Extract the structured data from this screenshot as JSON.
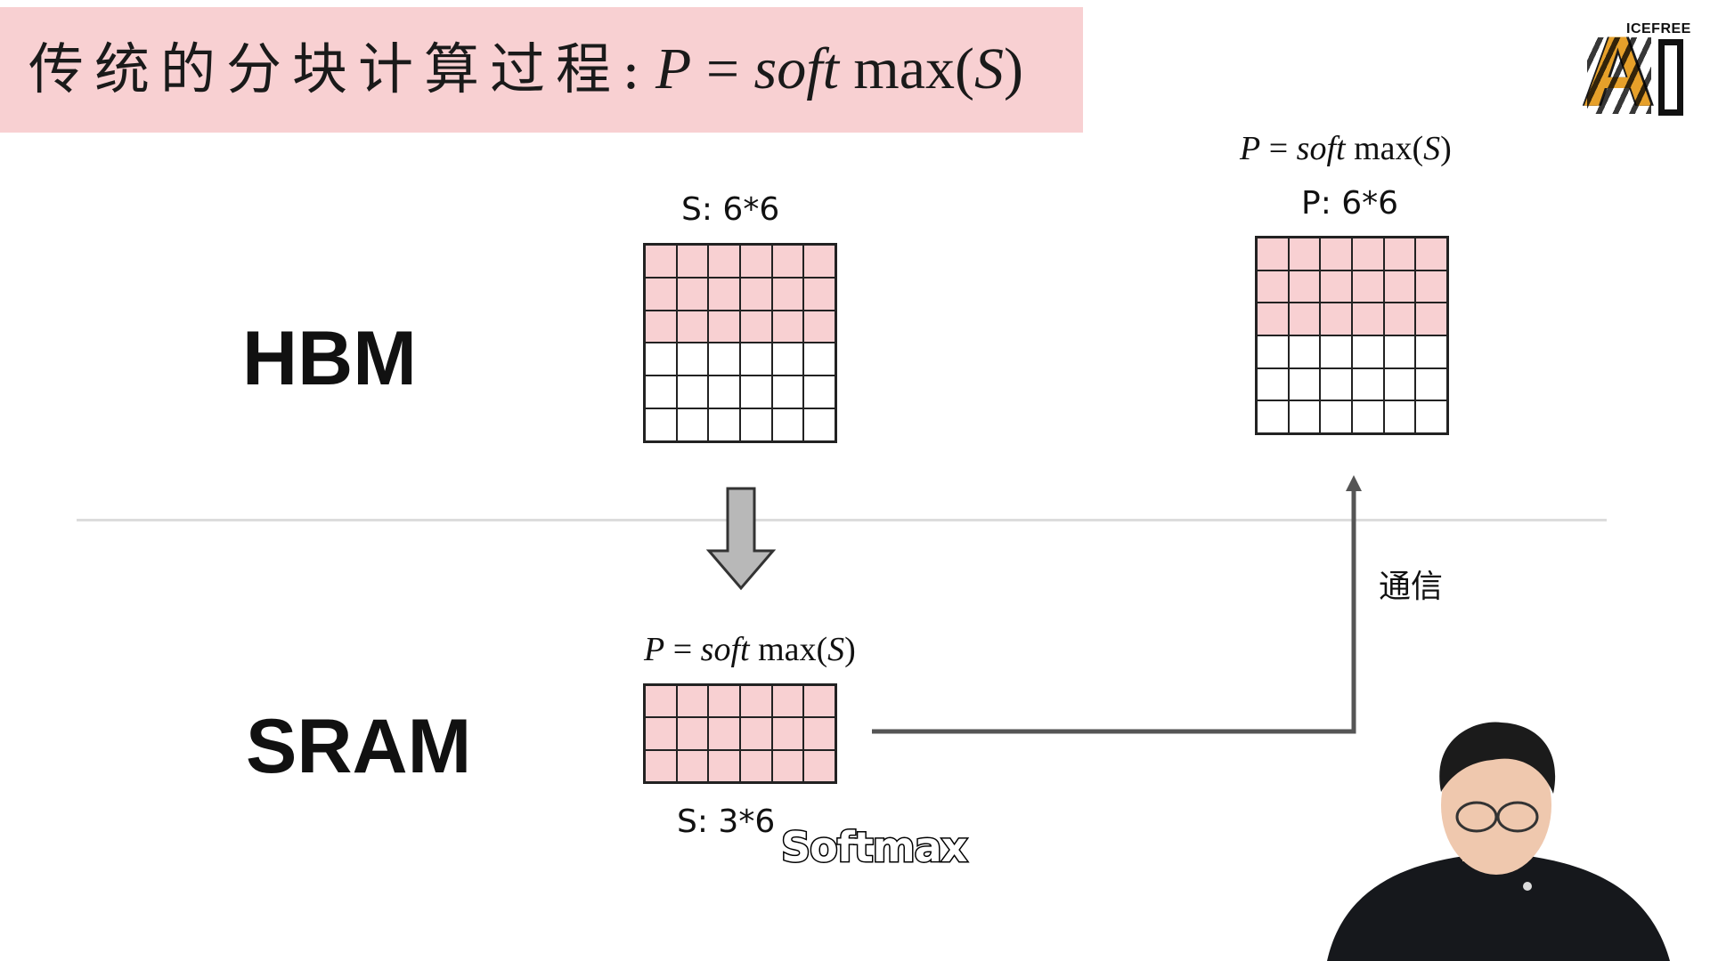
{
  "title": {
    "prefix": "传统的分块计算过程:",
    "formula": {
      "lhs": "P",
      "eq": " = ",
      "fn_italic": "soft",
      "fn_rest": " max",
      "lparen": "(",
      "arg": "S",
      "rparen": ")"
    }
  },
  "logo": {
    "text": "ICEFREE",
    "mark": "A"
  },
  "hbm": {
    "label": "HBM",
    "s_matrix": {
      "caption": "S: 6*6",
      "rows": 6,
      "cols": 6,
      "highlighted_rows": 3
    },
    "p_matrix": {
      "caption": "P: 6*6",
      "rows": 6,
      "cols": 6,
      "highlighted_rows": 3
    },
    "p_formula": {
      "lhs": "P",
      "eq": " = ",
      "fn_italic": "soft",
      "fn_rest": " max",
      "lparen": "(",
      "arg": "S",
      "rparen": ")"
    }
  },
  "sram": {
    "label": "SRAM",
    "block": {
      "caption": "S: 3*6",
      "rows": 3,
      "cols": 6,
      "highlighted_rows": 3
    },
    "formula": {
      "lhs": "P",
      "eq": " = ",
      "fn_italic": "soft",
      "fn_rest": " max",
      "lparen": "(",
      "arg": "S",
      "rparen": ")"
    }
  },
  "communication": {
    "label": "通信"
  },
  "subtitle": "Softmax",
  "colors": {
    "highlight": "#f8d0d2",
    "banner": "#f8d0d2",
    "arrow_fill": "#b8b8b8",
    "line": "#555555",
    "divider": "#dcdcdc"
  }
}
